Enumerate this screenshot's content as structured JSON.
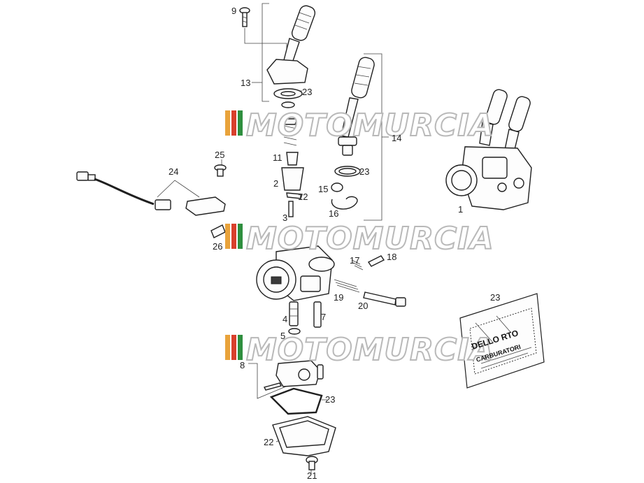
{
  "watermark": {
    "text": "MOTOMURCIA",
    "stripe_colors": [
      "#e9a33b",
      "#d8402d",
      "#2f8f3f"
    ]
  },
  "callouts": [
    "9",
    "13",
    "23",
    "14",
    "25",
    "11",
    "23",
    "24",
    "2",
    "15",
    "12",
    "16",
    "1",
    "3",
    "26",
    "17",
    "18",
    "19",
    "20",
    "4",
    "7",
    "5",
    "8",
    "23",
    "22",
    "21",
    "23"
  ],
  "package": {
    "brand": "DELLO RTO",
    "subtitle": "CARBURATORI"
  }
}
